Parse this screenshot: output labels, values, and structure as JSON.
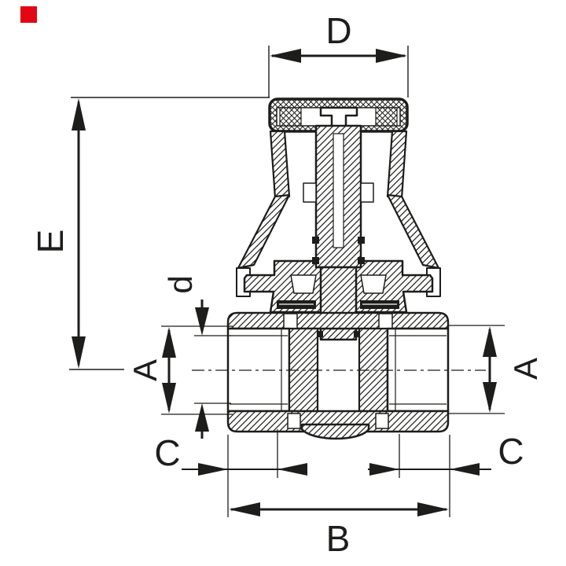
{
  "page": {
    "background": "#ffffff",
    "ink": "#1d1d1b",
    "description": "Technical cross-section drawing of a threaded stop valve with dimension lines"
  },
  "brand": {
    "mark_color": "#e30613"
  },
  "dimensions": {
    "cap_width": {
      "label": "D"
    },
    "total_height": {
      "label": "E"
    },
    "stem_bore": {
      "label": "d"
    },
    "port_left": {
      "label": "A"
    },
    "port_right": {
      "label": "A"
    },
    "thread_left": {
      "label": "C"
    },
    "thread_right": {
      "label": "C"
    },
    "body_width": {
      "label": "B"
    }
  }
}
